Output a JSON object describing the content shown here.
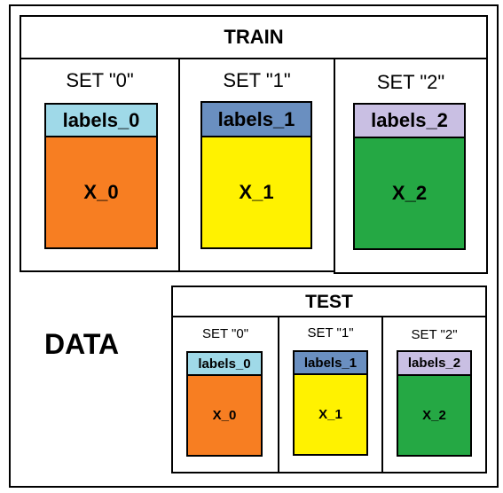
{
  "data_label": "DATA",
  "train": {
    "title": "TRAIN",
    "sets": [
      {
        "name": "SET \"0\"",
        "labels": "labels_0",
        "x": "X_0"
      },
      {
        "name": "SET \"1\"",
        "labels": "labels_1",
        "x": "X_1"
      },
      {
        "name": "SET \"2\"",
        "labels": "labels_2",
        "x": "X_2"
      }
    ]
  },
  "test": {
    "title": "TEST",
    "sets": [
      {
        "name": "SET \"0\"",
        "labels": "labels_0",
        "x": "X_0"
      },
      {
        "name": "SET \"1\"",
        "labels": "labels_1",
        "x": "X_1"
      },
      {
        "name": "SET \"2\"",
        "labels": "labels_2",
        "x": "X_2"
      }
    ]
  },
  "colors": {
    "labels_0": "#9fd9e8",
    "labels_1": "#6a8fc0",
    "labels_2": "#c9bfe3",
    "x_0": "#f77e22",
    "x_1": "#fff200",
    "x_2": "#25a844"
  }
}
